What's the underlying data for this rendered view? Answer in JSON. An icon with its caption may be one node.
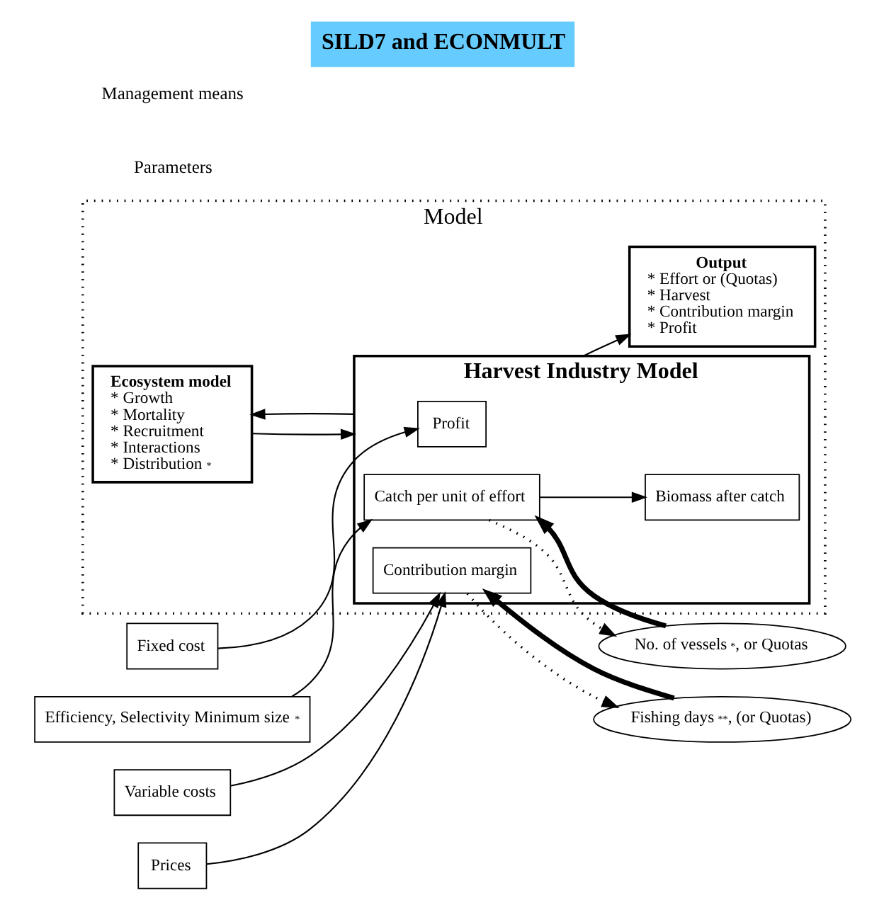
{
  "diagram": {
    "title": "SILD7 and ECONMULT",
    "nodes": [
      {
        "text": [
          "Model"
        ]
      },
      {
        "text": [
          "Output",
          "* Effort or (Quotas)",
          "* Harvest",
          "* Contribution margin",
          "* Profit"
        ],
        "in": 0
      },
      {
        "text": [
          "Harvest Industry Model"
        ],
        "in": 0
      },
      {
        "text": [
          "Profit"
        ],
        "in": 2
      },
      {
        "text": [
          "Contribution margin"
        ],
        "in": 2
      },
      {
        "text": [
          "Catch per unit of effort"
        ],
        "in": 2
      },
      {
        "text": [
          "Biomass after catch"
        ],
        "in": 2
      },
      {
        "text": [
          "Ecosystem model",
          "* Growth",
          "* Mortality",
          "* Recruitment",
          "* Interactions",
          "* Distribution$^{*}$"
        ],
        "in": 0
      },
      {
        "text": [
          "Fixed cost"
        ]
      },
      {
        "text": [
          "Variable costs"
        ]
      },
      {
        "text": [
          "Prices"
        ]
      },
      {
        "text": [
          "Efficiency, Selectivity Minimum size$^{*}$"
        ]
      },
      {
        "text": [
          "Fishing days$^{**}$, (or Quotas)"
        ]
      },
      {
        "text": [
          "No. of vessels$^{*}$, or Quotas"
        ]
      }
    ],
    "edges": [
      {
        "from": 2,
        "to": 1,
        "arrow": "to"
      },
      {
        "from": 8,
        "to": 3,
        "arrow": "to"
      },
      {
        "from": 9,
        "to": 4,
        "arrow": "to"
      },
      {
        "from": 10,
        "to": 4,
        "arrow": "to"
      },
      {
        "from": 11,
        "to": 5,
        "arrow": "to"
      },
      {
        "from": 5,
        "to": 6,
        "arrow": "to"
      },
      {
        "from": 7,
        "to": 2,
        "arrow": "to"
      },
      {
        "from": 2,
        "to": 7,
        "arrow": "to"
      },
      {
        "from": 4,
        "to": 12,
        "arrow": "to",
        "style": "dashed"
      },
      {
        "from": 12,
        "to": 4,
        "arrow": "to",
        "style": "thick"
      },
      {
        "from": 5,
        "to": 13,
        "arrow": "to",
        "style": "dashed"
      },
      {
        "from": 13,
        "to": 5,
        "arrow": "to",
        "style": "thick"
      }
    ],
    "labels": [
      "Parameters",
      "Management means"
    ]
  }
}
